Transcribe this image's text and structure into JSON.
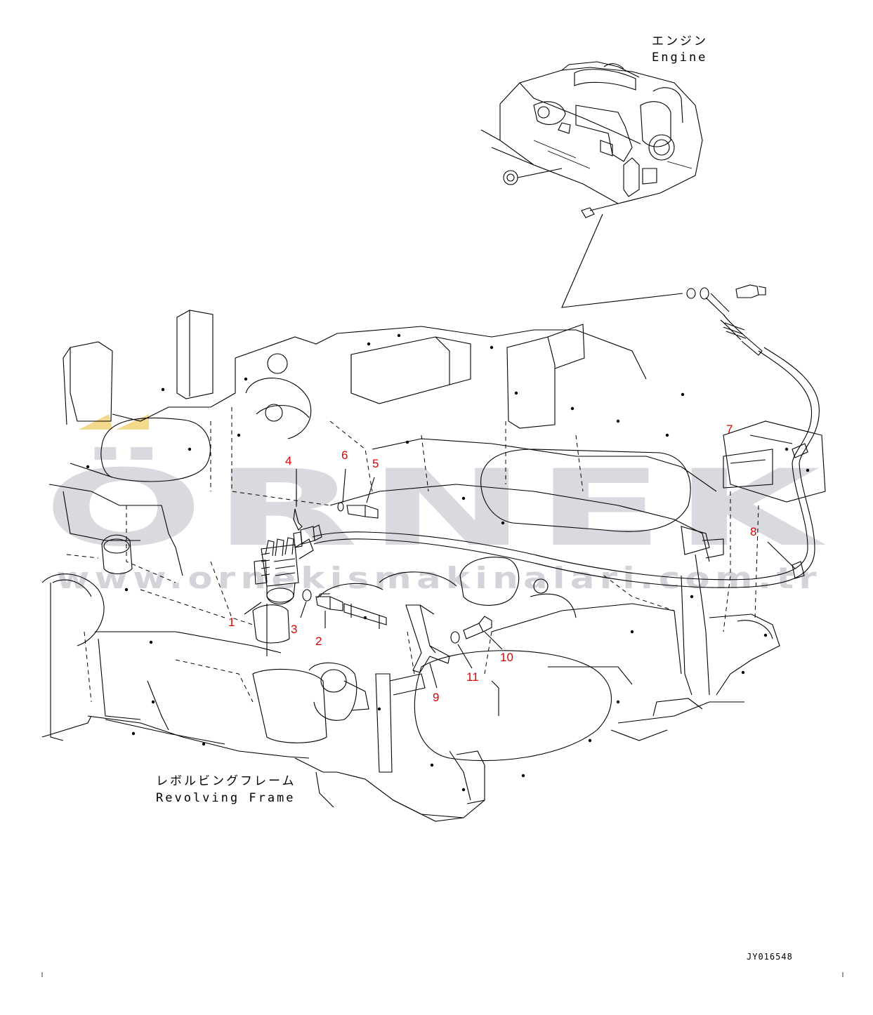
{
  "labels": {
    "engine_jp": "エンジン",
    "engine_en": "Engine",
    "frame_jp": "レボルビングフレーム",
    "frame_en": "Revolving Frame",
    "drawing_number": "JY016548"
  },
  "watermark": {
    "brand": "ÖRNEK",
    "url": "www.ornekismakinalari.com.tr"
  },
  "callouts": [
    "1",
    "2",
    "3",
    "4",
    "5",
    "6",
    "7",
    "8",
    "9",
    "10",
    "11"
  ],
  "colors": {
    "callout": "#e00000",
    "watermark": "#d9d9e0",
    "accent": "#f3d98c",
    "line": "#000000"
  }
}
